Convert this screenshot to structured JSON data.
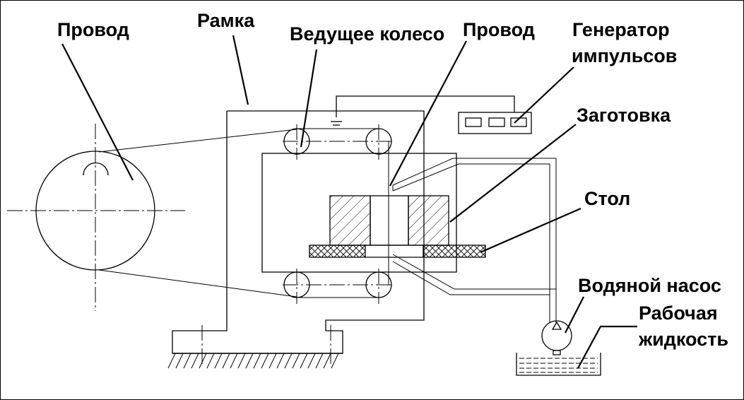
{
  "labels": {
    "wire_left": "Провод",
    "frame": "Рамка",
    "drive_wheel": "Ведущее колесо",
    "wire_center": "Провод",
    "pulse_generator_line1": "Генератор",
    "pulse_generator_line2": "импульсов",
    "workpiece": "Заготовка",
    "table": "Стол",
    "water_pump": "Водяной насос",
    "working_fluid_line1": "Рабочая",
    "working_fluid_line2": "жидкость"
  }
}
